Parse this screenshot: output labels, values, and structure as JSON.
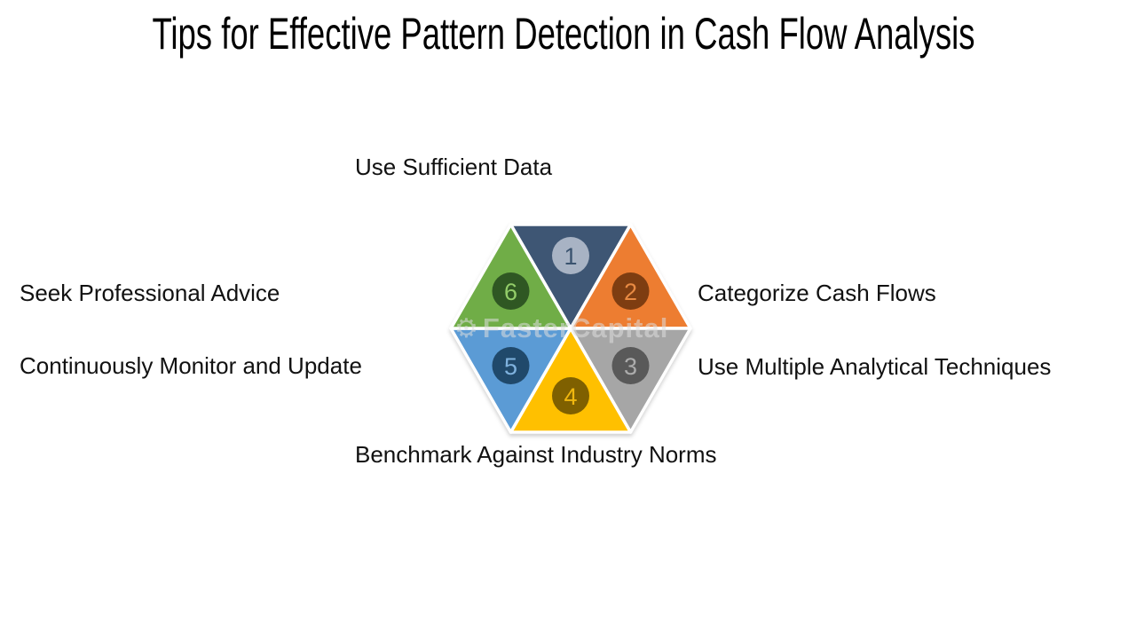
{
  "title": "Tips for Effective Pattern Detection in Cash Flow Analysis",
  "watermark": {
    "icon": "gear-icon",
    "text": "FasterCapital"
  },
  "diagram": {
    "type": "hexagon made of 6 numbered triangular segments with outer labels",
    "segments": [
      {
        "number": "1",
        "label": "Use Sufficient Data",
        "triangle_color": "#3E5674",
        "badge_color": "#A8B3C4",
        "number_color": "#3A536F",
        "label_position": "top"
      },
      {
        "number": "2",
        "label": "Categorize Cash Flows",
        "triangle_color": "#ED7D31",
        "badge_color": "#7E3D11",
        "number_color": "#E88A43",
        "label_position": "upper-right"
      },
      {
        "number": "3",
        "label": "Use Multiple Analytical Techniques",
        "triangle_color": "#A6A6A6",
        "badge_color": "#595959",
        "number_color": "#ACACAC",
        "label_position": "lower-right"
      },
      {
        "number": "4",
        "label": "Benchmark Against Industry Norms",
        "triangle_color": "#FFC000",
        "badge_color": "#7F6000",
        "number_color": "#F0B70F",
        "label_position": "bottom"
      },
      {
        "number": "5",
        "label": "Continuously Monitor and Update",
        "triangle_color": "#5B9BD5",
        "badge_color": "#20496B",
        "number_color": "#7FB2DE",
        "label_position": "lower-left"
      },
      {
        "number": "6",
        "label": "Seek Professional Advice",
        "triangle_color": "#70AD47",
        "badge_color": "#2F5723",
        "number_color": "#93CD69",
        "label_position": "upper-left"
      }
    ]
  }
}
